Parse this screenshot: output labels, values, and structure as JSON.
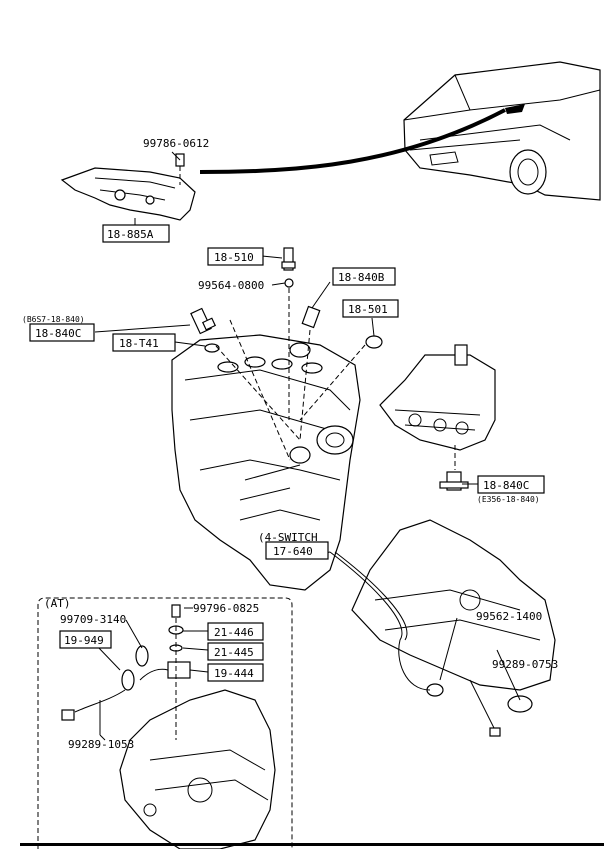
{
  "labels": {
    "p_9978606l2": "99786-0612",
    "p_18885A": "18-885A",
    "p_18510": "18-510",
    "p_99564": "99564-0800",
    "p_18840B": "18-840B",
    "p_18501": "18-501",
    "p_b6s7": "(B6S7-18-840)",
    "p_18840C_top": "18-840C",
    "p_18T41": "18-T41",
    "p_18840C_right": "18-840C",
    "p_e356": "(E356-18-840)",
    "p_4switch": "(4-SWITCH",
    "p_17640": "17-640",
    "p_at": "(AT)",
    "p_99709": "99709-3140",
    "p_99796": "99796-0825",
    "p_19949": "19-949",
    "p_21446": "21-446",
    "p_21445": "21-445",
    "p_19444": "19-444",
    "p_99289_1053": "99289-1053",
    "p_99562": "99562-1400",
    "p_99289_0753": "99289-0753"
  }
}
